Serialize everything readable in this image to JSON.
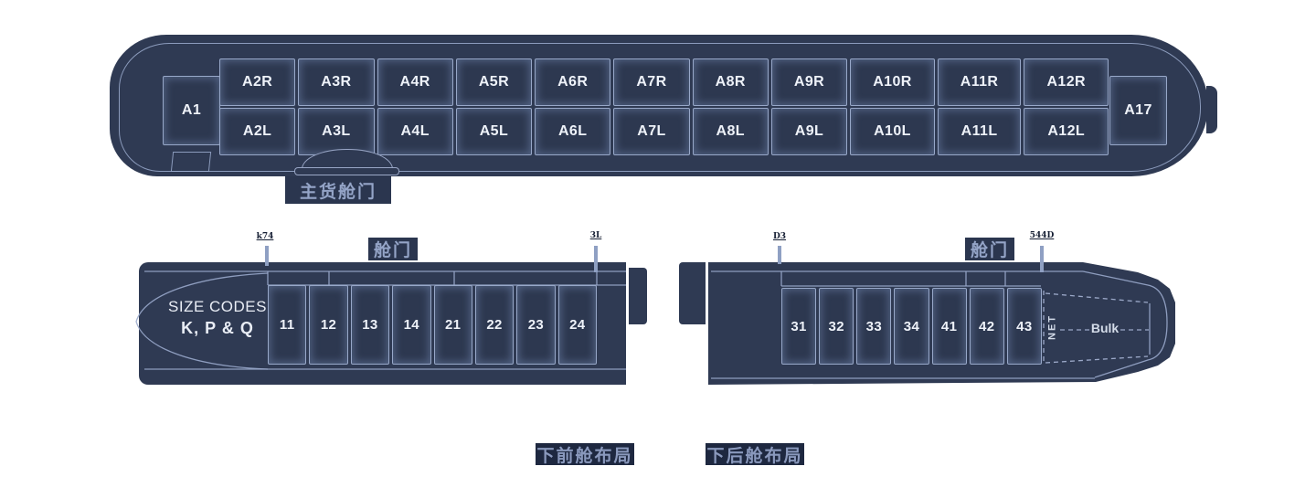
{
  "colors": {
    "fuselage": "#2f3a53",
    "outline": "#99a8cb",
    "box_fill": "#2d3850",
    "box_border": "#98a8c9",
    "box_text": "#eef2f9",
    "label_text": "#94a4c7",
    "label_chip": "#2b364f",
    "caption_text": "#8a99bd",
    "caption_chip": "#1e2840",
    "background": "#ffffff"
  },
  "main_deck": {
    "front_position": "A1",
    "rear_position": "A17",
    "columns": [
      {
        "top": "A2R",
        "bottom": "A2L"
      },
      {
        "top": "A3R",
        "bottom": "A3L"
      },
      {
        "top": "A4R",
        "bottom": "A4L"
      },
      {
        "top": "A5R",
        "bottom": "A5L"
      },
      {
        "top": "A6R",
        "bottom": "A6L"
      },
      {
        "top": "A7R",
        "bottom": "A7L"
      },
      {
        "top": "A8R",
        "bottom": "A8L"
      },
      {
        "top": "A9R",
        "bottom": "A9L"
      },
      {
        "top": "A10R",
        "bottom": "A10L"
      },
      {
        "top": "A11R",
        "bottom": "A11L"
      },
      {
        "top": "A12R",
        "bottom": "A12L"
      }
    ],
    "door_label": "主货舱门"
  },
  "forward_hold": {
    "size_codes_line1": "SIZE CODES",
    "size_codes_line2": "K, P & Q",
    "door_label": "舱门",
    "station_left": "k74",
    "station_right": "3L",
    "positions": [
      "11",
      "12",
      "13",
      "14",
      "21",
      "22",
      "23",
      "24"
    ],
    "caption": "下前舱布局"
  },
  "aft_hold": {
    "door_label": "舱门",
    "station_left": "D3",
    "station_right": "544D",
    "positions": [
      "31",
      "32",
      "33",
      "34",
      "41",
      "42",
      "43"
    ],
    "net_label": "NET",
    "bulk_label": "Bulk",
    "caption": "下后舱布局"
  }
}
